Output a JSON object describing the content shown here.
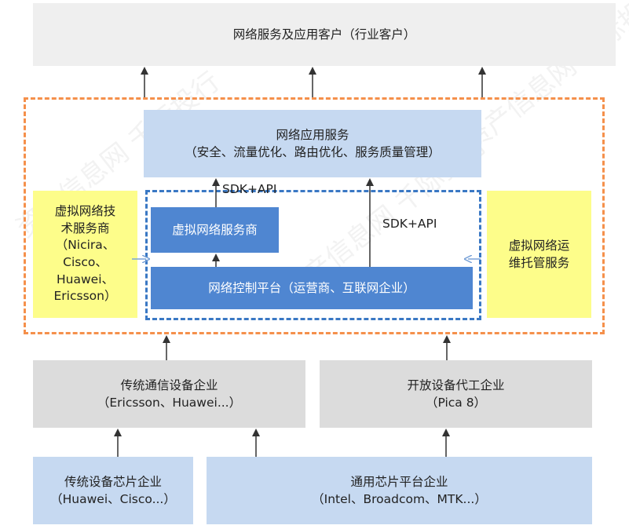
{
  "customers": {
    "line1": "网络服务及应用客户（行业客户）"
  },
  "app_services": {
    "line1": "网络应用服务",
    "line2": "（安全、流量优化、路由优化、服务质量管理）"
  },
  "sdk_api_left": "SDK+API",
  "sdk_api_right": "SDK+API",
  "virtual_service_provider": "虚拟网络服务商",
  "control_platform": "网络控制平台（运营商、互联网企业）",
  "vendors_left": {
    "lines": [
      "虚拟网络技",
      "术服务商",
      "（Nicira、",
      "Cisco、",
      "Huawei、",
      "Ericsson）"
    ]
  },
  "vendors_right": {
    "lines": [
      "虚拟网络运",
      "维托管服务"
    ]
  },
  "traditional_equipment": {
    "line1": "传统通信设备企业",
    "line2": "（Ericsson、Huawei...）"
  },
  "open_oem": {
    "line1": "开放设备代工企业",
    "line2": "（Pica 8）"
  },
  "traditional_chip": {
    "line1": "传统设备芯片企业",
    "line2": "（Huawei、Cisco...）"
  },
  "general_chip": {
    "line1": "通用芯片平台企业",
    "line2": "（Intel、Broadcom、MTK...）"
  },
  "watermark": "资产信息网 千际投行",
  "colors": {
    "orange_dash": "#f5904b",
    "blue_dash": "#3a78c4",
    "blue_box": "#4f86d1",
    "light_blue_box": "#c6d9f1",
    "gray_box": "#dcdcdc",
    "yellow_box": "#fdfd8a"
  }
}
